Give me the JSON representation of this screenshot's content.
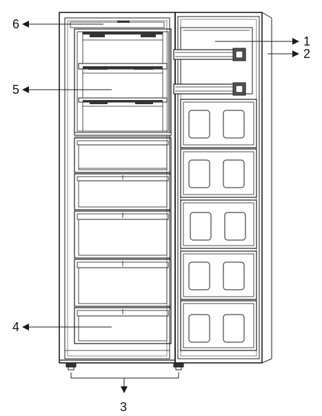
{
  "figure": {
    "callouts": {
      "c1": "1",
      "c2": "2",
      "c3": "3",
      "c4": "4",
      "c5": "5",
      "c6": "6"
    }
  },
  "colors": {
    "stroke": "#1a1a1a",
    "cabinet_fill": "#ffffff",
    "shade": "#dcdcdc",
    "dark": "#333333"
  }
}
